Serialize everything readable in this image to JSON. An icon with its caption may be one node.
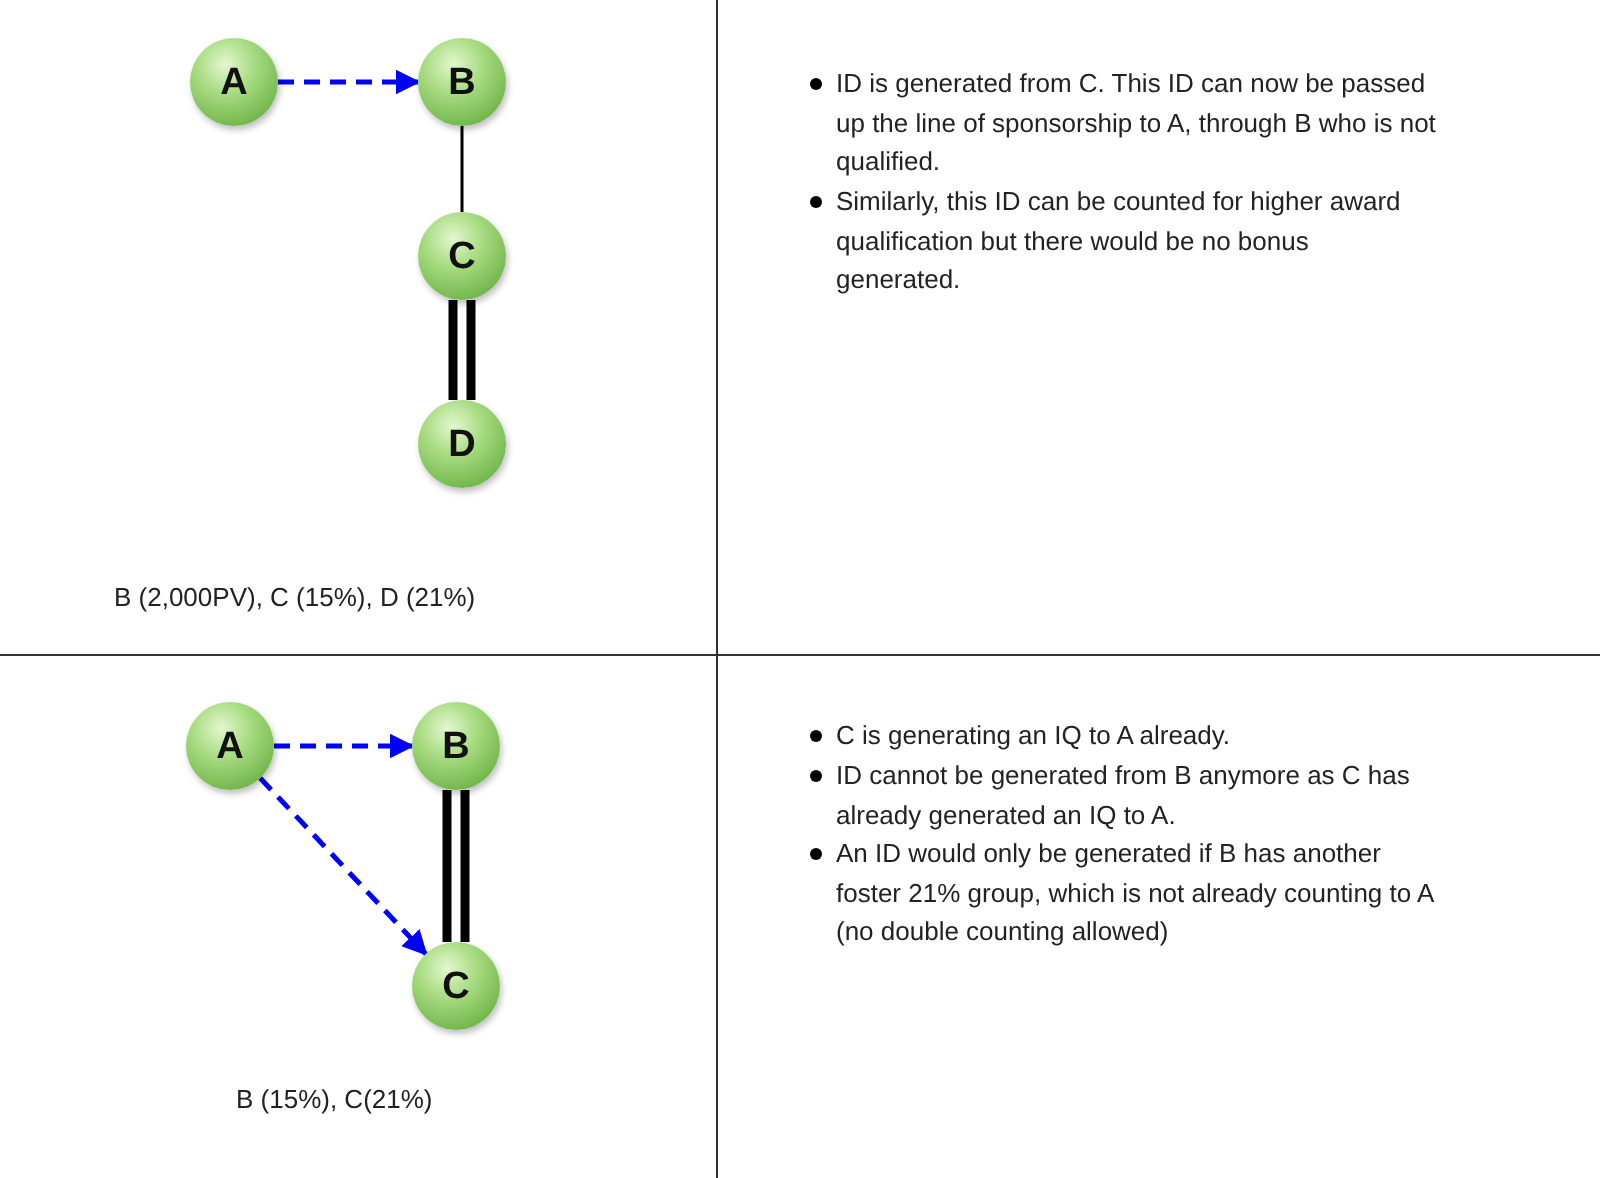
{
  "diagram": {
    "nodes": [
      {
        "text": [
          "A"
        ]
      },
      {
        "text": [
          "B"
        ]
      },
      {
        "text": [
          "C"
        ]
      },
      {
        "text": [
          "D"
        ]
      },
      {
        "text": [
          "A"
        ]
      },
      {
        "text": [
          "B"
        ]
      },
      {
        "text": [
          "C"
        ]
      }
    ],
    "edges": [
      {
        "from": 0,
        "to": 1,
        "arrow": "to",
        "style": "dashed",
        "color": "#0000ff"
      },
      {
        "from": 1,
        "to": 2,
        "arrow": "none",
        "color": "#000000"
      },
      {
        "from": 2,
        "to": 3,
        "arrow": "none",
        "style": "thick",
        "color": "#000000"
      },
      {
        "from": 4,
        "to": 5,
        "arrow": "to",
        "style": "dashed",
        "color": "#0000ff"
      },
      {
        "from": 4,
        "to": 6,
        "arrow": "to",
        "style": "dashed",
        "color": "#0000ff"
      },
      {
        "from": 5,
        "to": 6,
        "arrow": "none",
        "style": "thick",
        "color": "#000000"
      }
    ],
    "labels": [
      "B (2,000PV), C (15%), D (21%)",
      "ID is generated from C. This ID can now be passed up the line of sponsorship to A, through B who is not qualified.",
      "Similarly, this ID can be counted for higher award qualification but there would be no bonus generated.",
      "B (15%), C(21%)",
      "C is generating an IQ to A already.",
      "ID cannot be generated from B anymore as C has already generated an IQ to A.",
      "An ID would only be generated if B has another foster 21% group, which is not already counting to A (no double counting allowed)"
    ]
  }
}
